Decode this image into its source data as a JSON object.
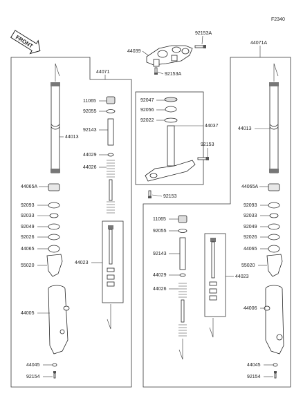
{
  "diagram_code": "F2340",
  "front_badge": "FRONT",
  "labels": {
    "top_92153A": "92153A",
    "top_44039": "44039",
    "top_92153A_b": "92153A",
    "top_44071": "44071",
    "top_44071A": "44071A",
    "l_11065": "11065",
    "l_92055": "92055",
    "l_92143": "92143",
    "l_44029": "44029",
    "l_44026": "44026",
    "l_44013": "44013",
    "l_44065A": "44065A",
    "l_92093": "92093",
    "l_92033": "92033",
    "l_92049": "92049",
    "l_92026": "92026",
    "l_44065": "44065",
    "l_55020": "55020",
    "l_44023": "44023",
    "l_44005": "44005",
    "l_44045": "44045",
    "l_92154": "92154",
    "c_92047": "92047",
    "c_92056": "92056",
    "c_92022": "92022",
    "c_44037": "44037",
    "c_92153": "92153",
    "c_92153_b": "92153",
    "r_11065": "11065",
    "r_92055": "92055",
    "r_92143": "92143",
    "r_44029": "44029",
    "r_44026": "44026",
    "r_44023": "44023",
    "r_44013": "44013",
    "r_44065A": "44065A",
    "r_92093": "92093",
    "r_92033": "92033",
    "r_92049": "92049",
    "r_92026": "92026",
    "r_44065": "44065",
    "r_55020": "55020",
    "r_44006": "44006",
    "r_44045": "44045",
    "r_92154": "92154"
  }
}
